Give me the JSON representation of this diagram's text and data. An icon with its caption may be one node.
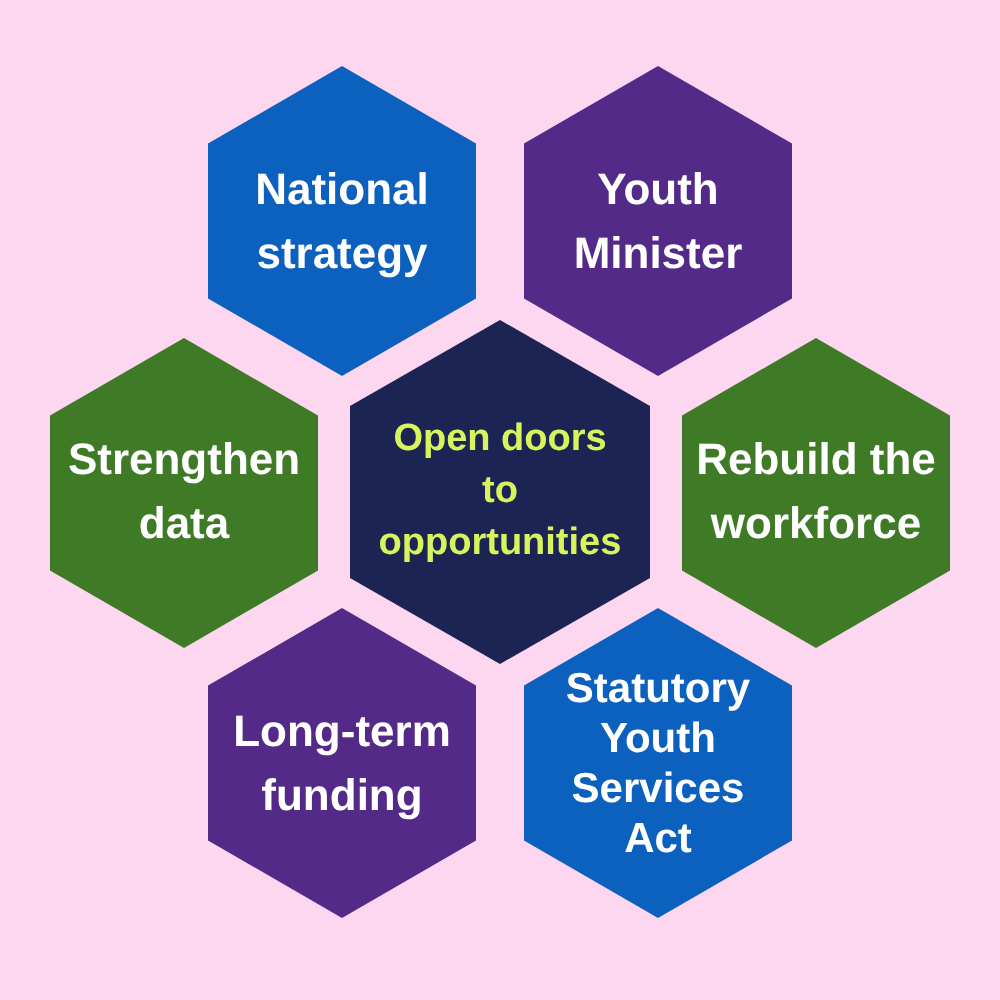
{
  "diagram": {
    "nodes": [
      {
        "text": [
          "National strategy"
        ]
      },
      {
        "text": [
          "Youth Minister"
        ]
      },
      {
        "text": [
          "Strengthen data"
        ]
      },
      {
        "text": [
          "Open doors to opportunities"
        ]
      },
      {
        "text": [
          "Rebuild the workforce"
        ]
      },
      {
        "text": [
          "Long-term funding"
        ]
      },
      {
        "text": [
          "Statutory Youth Services Act"
        ]
      }
    ]
  }
}
